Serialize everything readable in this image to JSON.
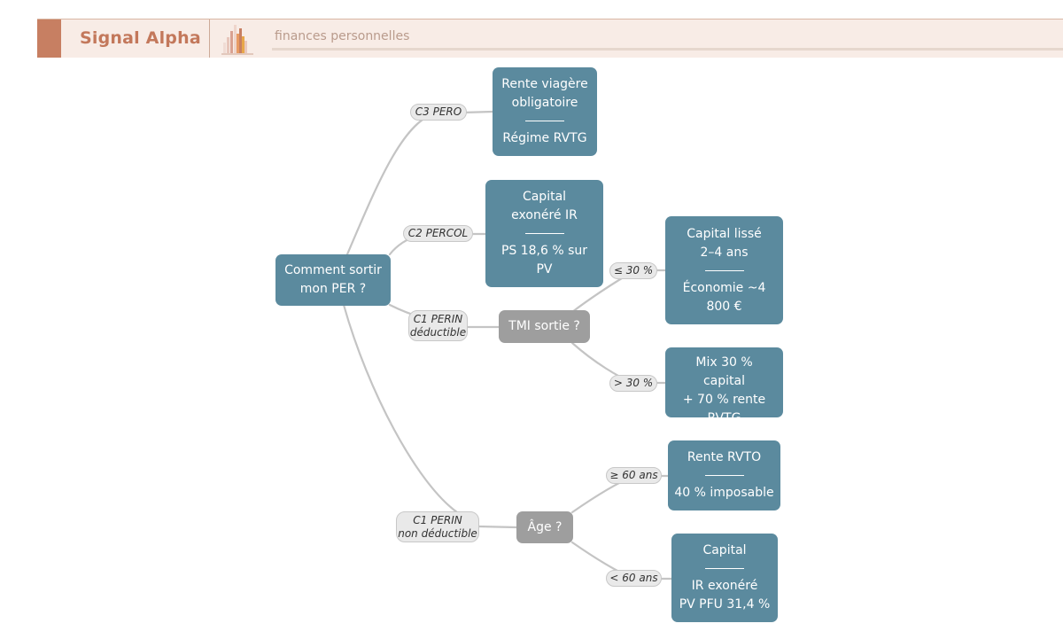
{
  "header": {
    "brand": "Signal Alpha",
    "tagline": "finances personnelles",
    "colors": {
      "accent": "#c77f62",
      "background": "#f8ece6"
    }
  },
  "diagram": {
    "root": {
      "lines": [
        "Comment sortir",
        "mon PER ?"
      ]
    },
    "decisions": {
      "tmi": "TMI sortie ?",
      "age": "Âge ?"
    },
    "labels": {
      "c3": [
        "C3 PERO"
      ],
      "c2": [
        "C2 PERCOL"
      ],
      "c1d": [
        "C1 PERIN",
        "déductible"
      ],
      "c1nd": [
        "C1 PERIN",
        "non déductible"
      ],
      "tmi_low": "≤ 30 %",
      "tmi_high": "> 30 %",
      "age_high": "≥ 60 ans",
      "age_low": "< 60 ans"
    },
    "results": {
      "rente": {
        "top": [
          "Rente viagère",
          "obligatoire"
        ],
        "bottom": [
          "Régime RVTG"
        ]
      },
      "capital_exo": {
        "top": [
          "Capital",
          "exonéré IR"
        ],
        "bottom": [
          "PS 18,6 % sur",
          "PV"
        ]
      },
      "lisse": {
        "top": [
          "Capital lissé",
          "2–4 ans"
        ],
        "bottom": [
          "Économie ~4",
          "800 €"
        ]
      },
      "mix": {
        "top": [
          "Mix 30 %",
          "capital",
          "+ 70 % rente",
          "RVTG"
        ]
      },
      "rvto": {
        "top": [
          "Rente RVTO"
        ],
        "bottom": [
          "40 % imposable"
        ]
      },
      "capital_60": {
        "top": [
          "Capital"
        ],
        "bottom": [
          "IR exonéré",
          "PV PFU 31,4 %"
        ]
      }
    },
    "colors": {
      "result": "#5b8a9e",
      "decision": "#9e9e9e",
      "edge": "#c4c4c4",
      "pill": "#e9e9e9"
    }
  }
}
